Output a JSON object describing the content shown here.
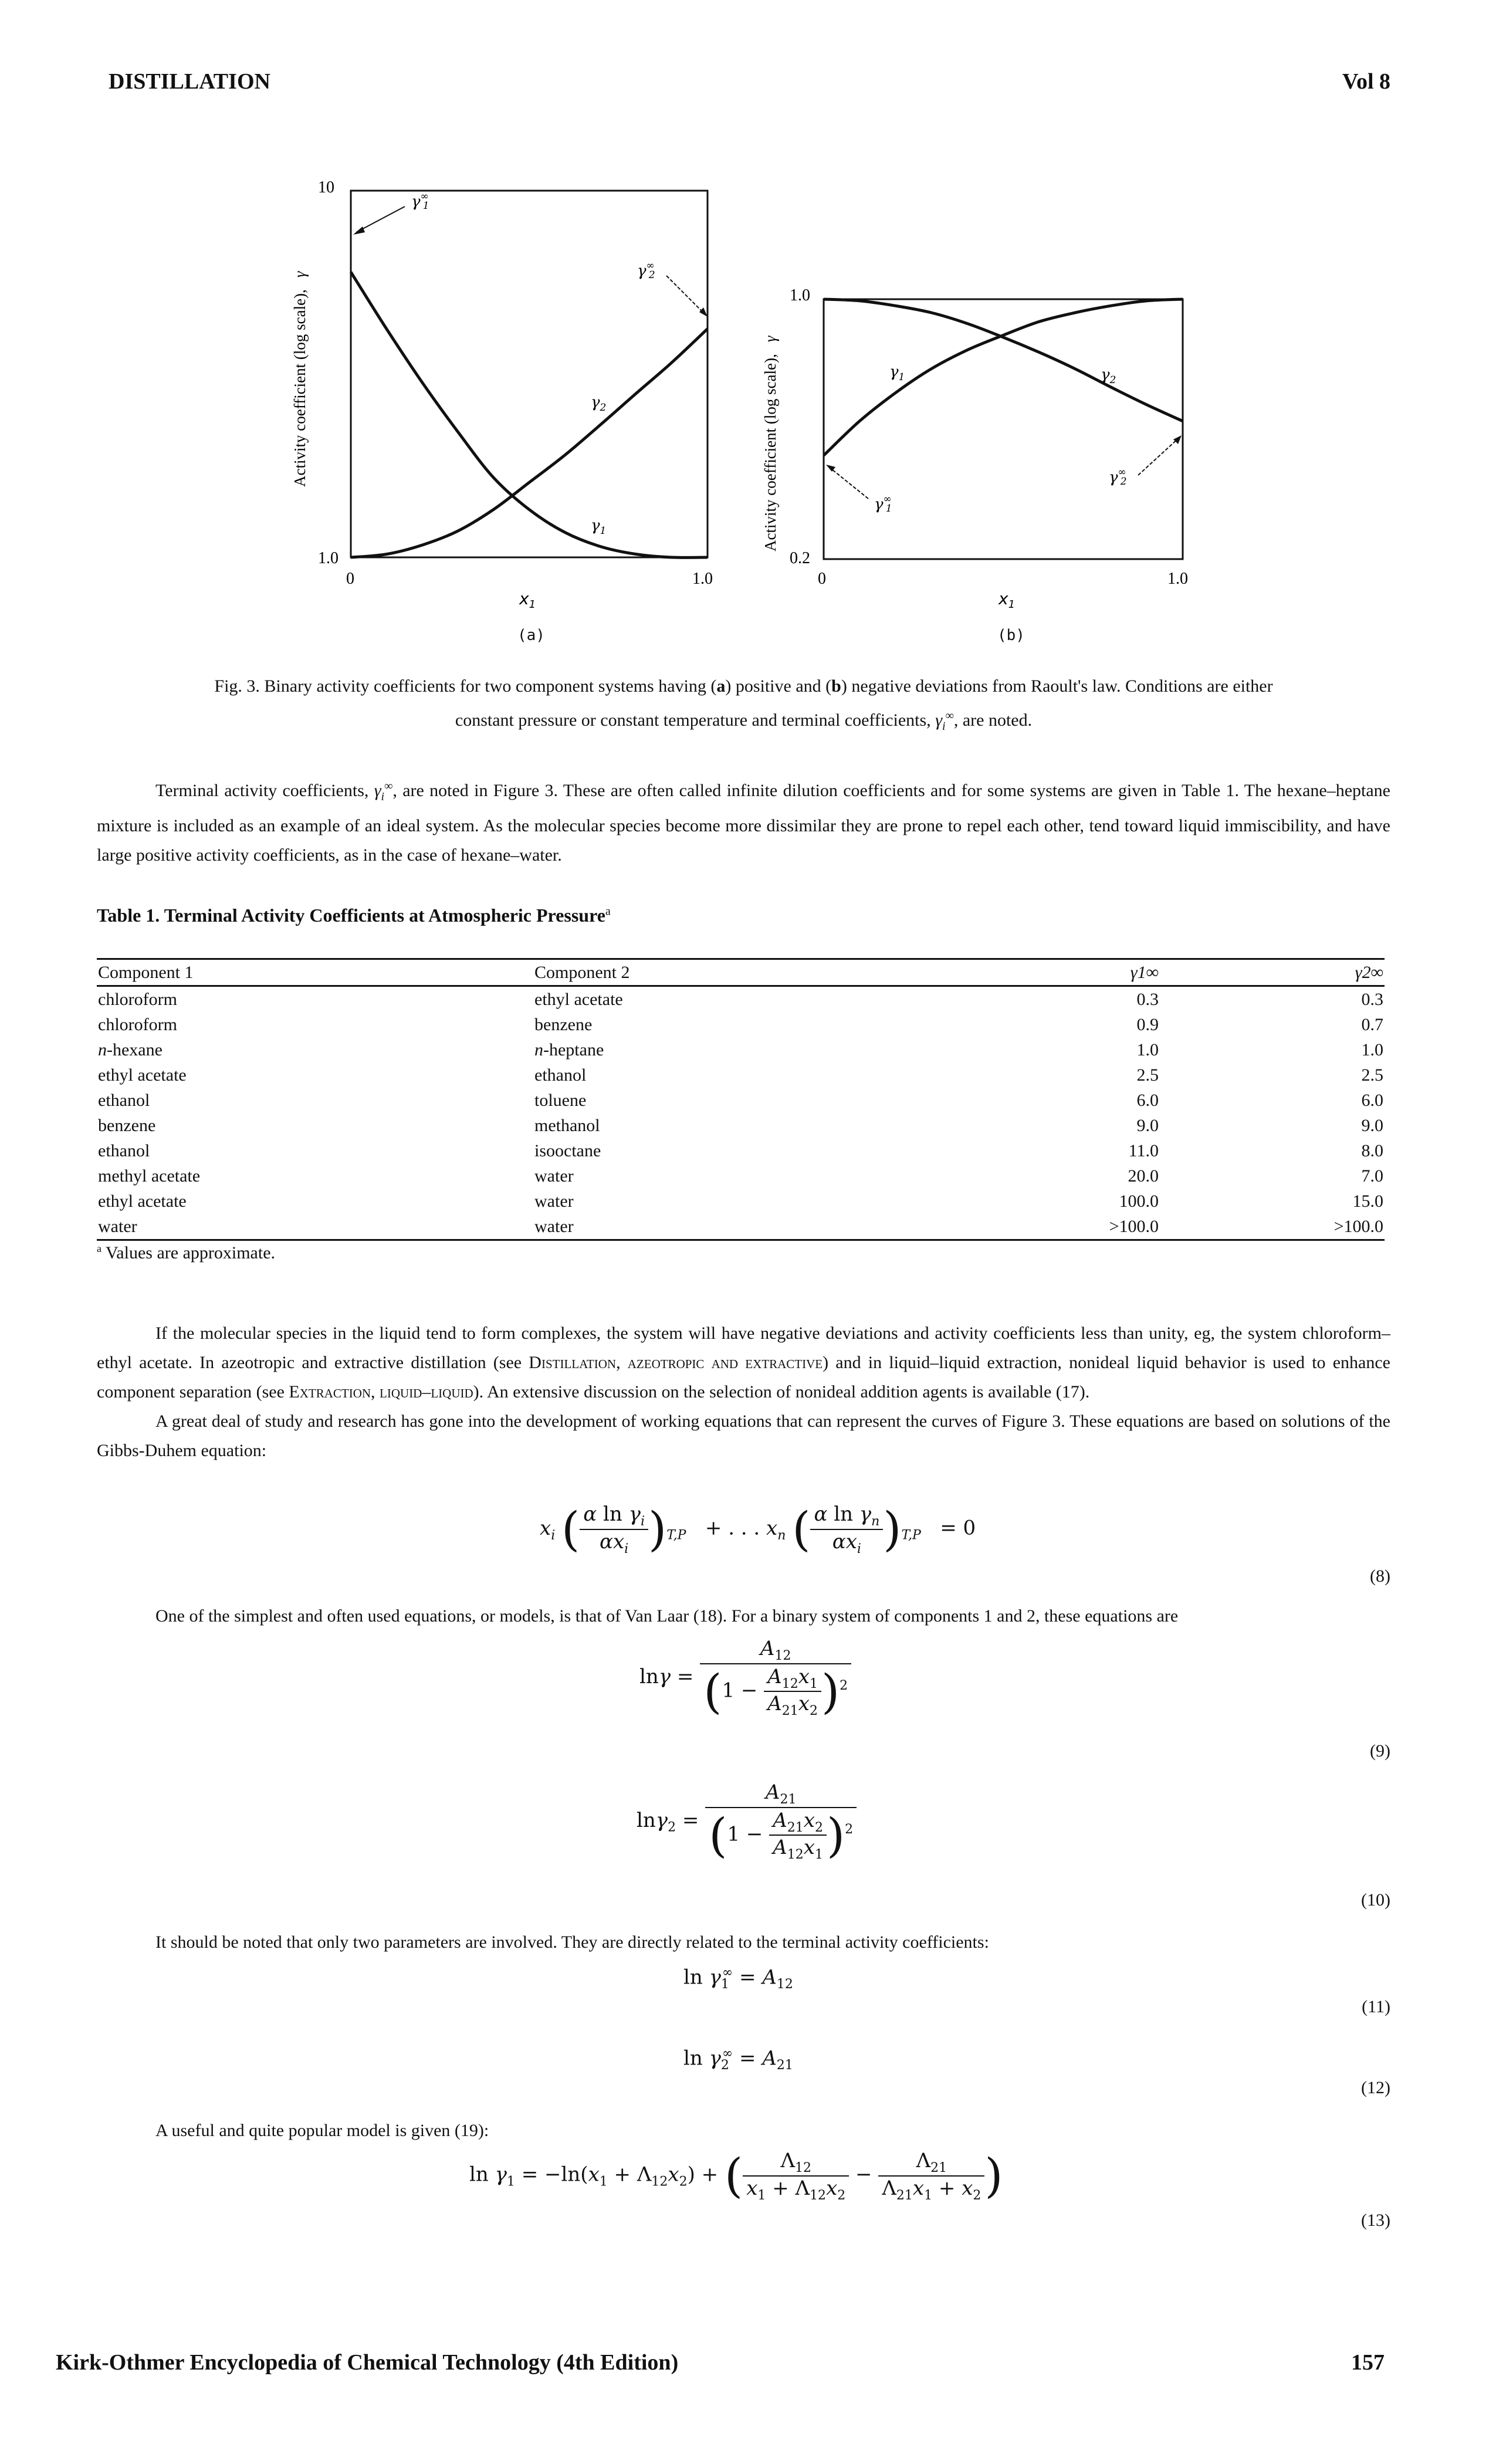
{
  "header": {
    "left": "DISTILLATION",
    "right": "Vol 8"
  },
  "figure": {
    "left_chart": {
      "ylabel": "Activity coefficient (log scale),",
      "ylabel_sym": "γ",
      "y_top": "10",
      "y_bottom": "1.0",
      "x_left": "0",
      "x_right": "1.0",
      "xlabel": "x",
      "xlabel_sub": "1",
      "gamma1": "γ",
      "gamma1_sub": "1",
      "gamma2": "γ",
      "gamma2_sub": "2",
      "inf1": "γ",
      "inf1_sub": "1",
      "inf1_sup": "∞",
      "inf2": "γ",
      "inf2_sub": "2",
      "inf2_sup": "∞",
      "sub_label": "(a)"
    },
    "right_chart": {
      "ylabel": "Activity coefficient (log scale),",
      "ylabel_sym": "γ",
      "y_top": "1.0",
      "y_bottom": "0.2",
      "x_left": "0",
      "x_right": "1.0",
      "xlabel": "x",
      "xlabel_sub": "1",
      "gamma1": "γ",
      "gamma1_sub": "1",
      "gamma2": "γ",
      "gamma2_sub": "2",
      "inf1": "γ",
      "inf1_sub": "1",
      "inf1_sup": "∞",
      "inf2": "γ",
      "inf2_sub": "2",
      "inf2_sup": "∞",
      "sub_label": "(b)"
    },
    "caption_line1_a": "Fig. 3. Binary activity coefficients for two component systems having (",
    "caption_a": "a",
    "caption_line1_b": ") positive and (",
    "caption_b": "b",
    "caption_line1_c": ") negative deviations from Raoult's law. Conditions are either",
    "caption_line2_a": "constant pressure or constant temperature and terminal coefficients,",
    "caption_line2_b": ", are noted."
  },
  "para1": {
    "a": "Terminal activity coefficients,",
    "b": ", are noted in Figure 3. These are often called infinite dilution coefficients and for some systems are given in Table 1. The hexane–heptane mixture is included as an example of an ideal system. As the molecular species become more dissimilar they are prone to repel each other, tend toward liquid immiscibility, and have large positive activity coefficients, as in the case of hexane–water."
  },
  "table1": {
    "title": "Table 1. Terminal Activity Coefficients at Atmospheric Pressure",
    "title_sup": "a",
    "headers": [
      "Component 1",
      "Component 2",
      "γ1∞",
      "γ2∞"
    ],
    "rows": [
      {
        "c1_pre": "",
        "c1": "chloroform",
        "c2_pre": "",
        "c2": "ethyl acetate",
        "g1": "0.3",
        "g2": "0.3"
      },
      {
        "c1_pre": "",
        "c1": "chloroform",
        "c2_pre": "",
        "c2": "benzene",
        "g1": "0.9",
        "g2": "0.7"
      },
      {
        "c1_pre": "n",
        "c1": "-hexane",
        "c2_pre": "n",
        "c2": "-heptane",
        "g1": "1.0",
        "g2": "1.0"
      },
      {
        "c1_pre": "",
        "c1": "ethyl acetate",
        "c2_pre": "",
        "c2": "ethanol",
        "g1": "2.5",
        "g2": "2.5"
      },
      {
        "c1_pre": "",
        "c1": "ethanol",
        "c2_pre": "",
        "c2": "toluene",
        "g1": "6.0",
        "g2": "6.0"
      },
      {
        "c1_pre": "",
        "c1": "benzene",
        "c2_pre": "",
        "c2": "methanol",
        "g1": "9.0",
        "g2": "9.0"
      },
      {
        "c1_pre": "",
        "c1": "ethanol",
        "c2_pre": "",
        "c2": "isooctane",
        "g1": "11.0",
        "g2": "8.0"
      },
      {
        "c1_pre": "",
        "c1": "methyl acetate",
        "c2_pre": "",
        "c2": "water",
        "g1": "20.0",
        "g2": "7.0"
      },
      {
        "c1_pre": "",
        "c1": "ethyl acetate",
        "c2_pre": "",
        "c2": "water",
        "g1": "100.0",
        "g2": "15.0"
      },
      {
        "c1_pre": "",
        "c1": "water",
        "c2_pre": "",
        "c2": "water",
        "g1": ">100.0",
        "g2": ">100.0"
      }
    ],
    "footnote_sup": "a",
    "footnote": "Values are approximate."
  },
  "para2": {
    "a": "If the molecular species in the liquid tend to form complexes, the system will have negative deviations and activity coefficients less than unity, eg, the system chloroform–ethyl acetate. In azeotropic and extractive distillation (see ",
    "ref1": "Distillation, azeotropic and extractive",
    "b": ") and in liquid–liquid extraction, nonideal liquid behavior is used to enhance component separation (see ",
    "ref2": "Extraction, liquid–liquid",
    "c": "). An extensive discussion on the selection of nonideal addition agents is available (17)."
  },
  "para3": "A great deal of study and research has gone into the development of working equations that can represent the curves of Figure 3. These equations are based on solutions of the Gibbs-Duhem equation:",
  "para4": "One of the simplest and often used equations, or models, is that of Van Laar (18). For a binary system of components 1 and 2, these equations are",
  "para5": "It should be noted that only two parameters are involved. They are directly related to the terminal activity coefficients:",
  "para6": "A useful and quite popular model is given (19):",
  "eq_numbers": [
    "(8)",
    "(9)",
    "(10)",
    "(11)",
    "(12)",
    "(13)"
  ],
  "footer": {
    "left": "Kirk-Othmer Encyclopedia of Chemical Technology (4th Edition)",
    "right": "157"
  },
  "chart_data": [
    {
      "type": "line",
      "title": "",
      "xlabel": "x1",
      "ylabel": "Activity coefficient (log scale), γ",
      "log_y": true,
      "xlim": [
        0,
        1.0
      ],
      "ylim": [
        1.0,
        10
      ],
      "series": [
        {
          "name": "γ1",
          "x": [
            0,
            0.1,
            0.2,
            0.3,
            0.4,
            0.5,
            0.6,
            0.7,
            0.8,
            0.9,
            1.0
          ],
          "y": [
            6.0,
            4.2,
            3.0,
            2.2,
            1.65,
            1.35,
            1.17,
            1.07,
            1.02,
            1.0,
            1.0
          ]
        },
        {
          "name": "γ2",
          "x": [
            0,
            0.1,
            0.2,
            0.3,
            0.4,
            0.5,
            0.6,
            0.7,
            0.8,
            0.9,
            1.0
          ],
          "y": [
            1.0,
            1.02,
            1.08,
            1.18,
            1.35,
            1.6,
            1.9,
            2.3,
            2.8,
            3.4,
            4.2
          ]
        }
      ]
    },
    {
      "type": "line",
      "title": "",
      "xlabel": "x1",
      "ylabel": "Activity coefficient (log scale), γ",
      "log_y": true,
      "xlim": [
        0,
        1.0
      ],
      "ylim": [
        0.2,
        1.0
      ],
      "series": [
        {
          "name": "γ1",
          "x": [
            0,
            0.1,
            0.2,
            0.3,
            0.4,
            0.5,
            0.6,
            0.7,
            0.8,
            0.9,
            1.0
          ],
          "y": [
            0.38,
            0.47,
            0.56,
            0.65,
            0.73,
            0.8,
            0.87,
            0.92,
            0.96,
            0.99,
            1.0
          ]
        },
        {
          "name": "γ2",
          "x": [
            0,
            0.1,
            0.2,
            0.3,
            0.4,
            0.5,
            0.6,
            0.7,
            0.8,
            0.9,
            1.0
          ],
          "y": [
            1.0,
            0.99,
            0.96,
            0.92,
            0.86,
            0.79,
            0.72,
            0.65,
            0.58,
            0.52,
            0.47
          ]
        }
      ]
    }
  ]
}
